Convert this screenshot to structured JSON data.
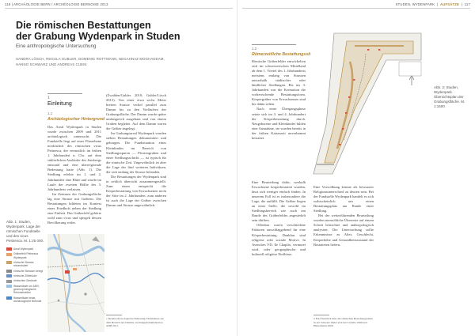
{
  "left_page": {
    "header": "118  |  ARCHÄOLOGIE BERN / ARCHÉOLOGIE BERNOISE 2013",
    "title_line1": "Die römischen Bestattungen",
    "title_line2": "der Grabung Wydenpark in Studen",
    "subtitle": "Eine anthropologische Untersuchung",
    "authors_line1": "SANDRA LÖSCH, REGULA GUBLER, DOMENIC ROTTMANN, NEGAHNAZ MOGHADDAM,",
    "authors_line2": "HANNO SCHWARZ UND ANDREAS CUENI",
    "section_number": "1",
    "section_title": "Einleitung",
    "subsection_number": "1.1",
    "subsection_title": "Archäologischer Hintergrund",
    "col1_paragraphs": [
      "Das Areal Wydenpark in Studen wurde zwischen 2009 und 2011 archäologisch untersucht. Die Fundstelle liegt auf einer Flussebene nordöstlich des römischen vicus Petinesca, der vermutlich im frühen 1. Jahrhundert n. Chr. auf dem südöstlichen Ausläufer des Jensbergs entstand und eine überregionale Bedeutung hatte (Abb. 1). Die Siedlung erlebte im 1. und 2. Jahrhundert eine Blüte und wurde im Laufe der zweiten Hälfte des 3. Jahrhunderts verlassen.",
      "Im Zentrum der Grabungsfläche lag eine Strasse mit Gräbern. Die Bestattungen bildeten im Kontext eines Friedhofs neben der Siedlung eine Einheit. Das Gräberfeld gehörte wohl zum vicus und spiegelt dessen Bevölkerung wider."
    ],
    "col2_paragraphs": [
      "(Zwahlen/Gubler 2010; Gubler/Lösch 2013). Von einer etwa sechs Meter breiten Strasse verlief parallel zum Damm bis zu den Vorläufern der Grabungsfläche. Der Damm wurde später umfangreich ausgebaut und von einem Graben begleitet. Auf dem Damm waren die Gräber angelegt.",
      "Im Grabungsareal Wydenpark wurden sieben Bestattungen dokumentiert und geborgen. Die Fundsituation eines Kleinkindes im Bereich von Siedlungsspuren — Pfostengruben und einer Siedlungsschicht — ist typisch für die römische Zeit. Ungewöhnlich ist aber die Lage der fünf weiteren Individuen, die sich entlang der Strasse befanden.",
      "Die Bestattungen der Wydenpark sind in zeitlich übersicht zusammengestellt. Zum einen entspricht die Körperbestattung von Erwachsenen nicht der Sitte im 2. Jahrhundert, zum anderen ist auch die Lage der Gräber zwischen Damm und Strasse ungewöhnlich."
    ],
    "footnote": "1 Dendrochronologische Datierung: Holzbalken aus dem Bereich des Damms, Grabungsdokumentation ADB 2011.",
    "figure_caption": "Abb. 1: Studen, Wydenpark. Lage der römischen Fundstelle und des vicus Petinesca. M. 1:25 000.",
    "legend": [
      {
        "label": "Areal Wydenpark",
        "color": "#d64a3a"
      },
      {
        "label": "Gräberfeld Petinesca Wydenpark",
        "color": "#e7a36b"
      },
      {
        "label": "römische Strasse, rekonstruiert",
        "color": "#c9a26a"
      },
      {
        "label": "römische Strassen belegt",
        "color": "#8a8a8a"
      },
      {
        "label": "römische Zihlbrücke",
        "color": "#6a8fc0"
      },
      {
        "label": "römisches Gebäude",
        "color": "#999999"
      },
      {
        "label": "Wasserläufe um 1800, geomorphologische Rekonstruktion",
        "color": "#9ec3e0"
      },
      {
        "label": "Wasserläufe heute, archäologische Befunde",
        "color": "#4f86c6"
      }
    ]
  },
  "right_page": {
    "header_left": "STUDEN, WYDENPARK",
    "header_accent": "AUFSÄTZE",
    "header_page": "117",
    "subsection_number": "1.2",
    "subsection_title": "Römerzeitliche Bestattungssitten",
    "col1_paragraphs": [
      "Römische Gräberfelder entwickelten sich im schweizerischen Mittelland ab dem 1. Viertel des 1. Jahrhunderts meistens entlang von Strassen ausserhalb städtischer oder ländlicher Siedlungen. Bis ins 3. Jahrhundert war die Kremation die vorherrschende Bestattungsform. Körpergräber von Erwachsenen sind bis dahin selten.",
      "Nach einer Übergangsphase setzte sich im 3. und 4. Jahrhundert die Körperbestattung durch. Neugeborene und Kleinkinder bilden eine Ausnahme, sie wurden bereits in der frühen Kaiserzeit unverbrannt bestattet."
    ],
    "col2_paragraphs": [
      "Eine Beurteilung dafür, weshalb Erwachsene körperbestattet wurden, lässt sich weniger einfach finden. In unserem Fall ist es insbesondere die Lage, die auffällt. Die Gräber liegen an einer Stelle, die sowohl im Siedlungsbereich wie auch am Rande des Gräberfeldes angesiedelt sein dürften.",
      "Offenbar waren verschiedene Faktoren ausschlaggebend für eine Körperbestattung. Denkbar sind religiöse oder soziale Motive. In Avenches VD, Ile Chaplix, vermutet wird, oder geographische und kulturell religiöse Einflüsse."
    ],
    "col3_paragraphs": [
      "Eine Vorwölbung könnte als bewusster Religionsunterschied zu deuten sein. Bei der Fundstelle Wydenpark handelt es sich wahrscheinlich um einen Bestattungsplatz am Rande einer Siedlung.",
      "Bei der weiterführenden Beurteilung wurden menschliche Überreste auf einem Schritt betrachtet und anthropologisch analysiert. Die Untersuchung sollte Erkenntnisse zu Alter, Geschlecht, Körperhöhe und Gesundheitszustand der Bestatteten liefern."
    ],
    "footnote": "2 Ein Überblick über die römischen Bestattungssitten in der Schweiz findet sich bei Castella 1999 und Hintermann 2000.",
    "figure_caption": "Abb. 2: Studen, Wydenpark. Übersichtsplan der Grabungsfläche. M. 1:1500."
  }
}
